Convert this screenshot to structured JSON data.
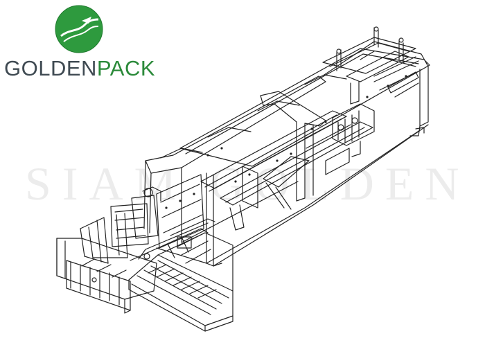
{
  "logo": {
    "word_dark": "GOLDEN",
    "word_green": "PACK",
    "brand_green": "#2b8a3a",
    "brand_grey": "#3f4a52",
    "mark_icon": "golden-pack-leaf-icon"
  },
  "watermark": {
    "text": "SIAM GOLDEN"
  },
  "drawing": {
    "subject_icon": "automatic-case-packer-line-drawing",
    "line_color": "#222222"
  }
}
